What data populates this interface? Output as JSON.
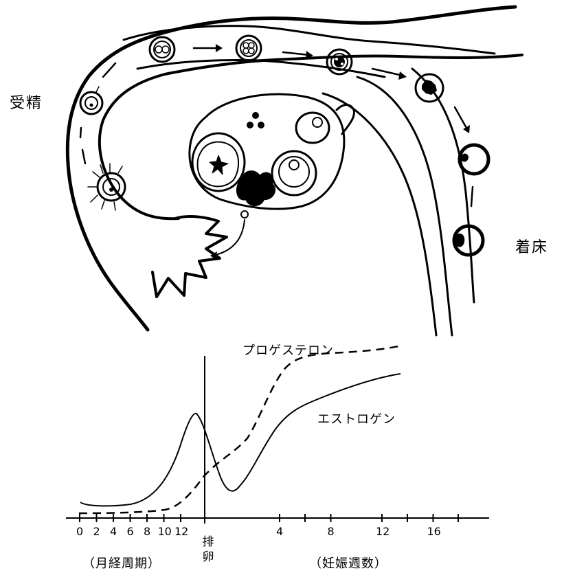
{
  "labels": {
    "fertilization": "受精",
    "implantation": "着床",
    "progesterone": "プロゲステロン",
    "estrogen": "エストロゲン",
    "ovulation_top": "排",
    "ovulation_bottom": "卵",
    "menstrual_cycle": "（月経周期）",
    "pregnancy_weeks": "（妊娠週数）"
  },
  "chart_data": {
    "type": "line",
    "x_axis_groups": [
      {
        "name": "（月経周期）",
        "ticks": [
          "0",
          "2",
          "4",
          "6",
          "8",
          "10",
          "12"
        ]
      },
      {
        "name": "（妊娠週数）",
        "ticks": [
          "4",
          "8",
          "12",
          "16"
        ]
      }
    ],
    "marker": "排卵",
    "series": [
      {
        "name": "プロゲステロン",
        "style": "dashed"
      },
      {
        "name": "エストロゲン",
        "style": "solid"
      }
    ]
  },
  "colors": {
    "ink": "#000000",
    "background": "#ffffff"
  }
}
